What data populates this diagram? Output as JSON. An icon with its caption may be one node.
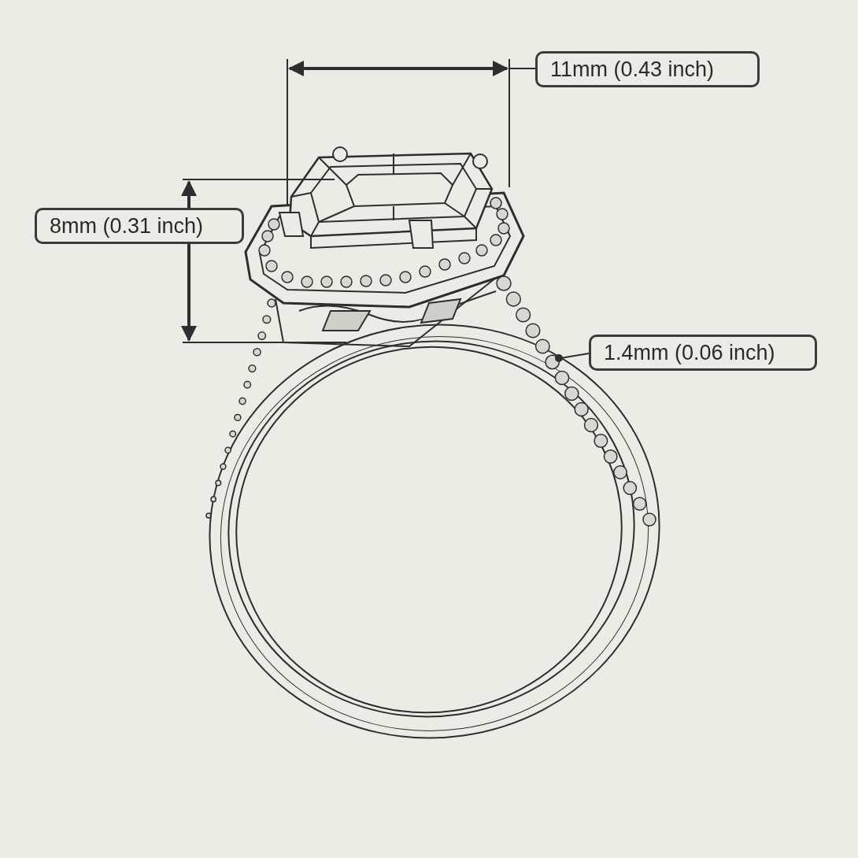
{
  "diagram": {
    "labels": [
      "11mm (0.43 inch)",
      "8mm (0.31 inch)",
      "1.4mm (0.06 inch)"
    ]
  }
}
